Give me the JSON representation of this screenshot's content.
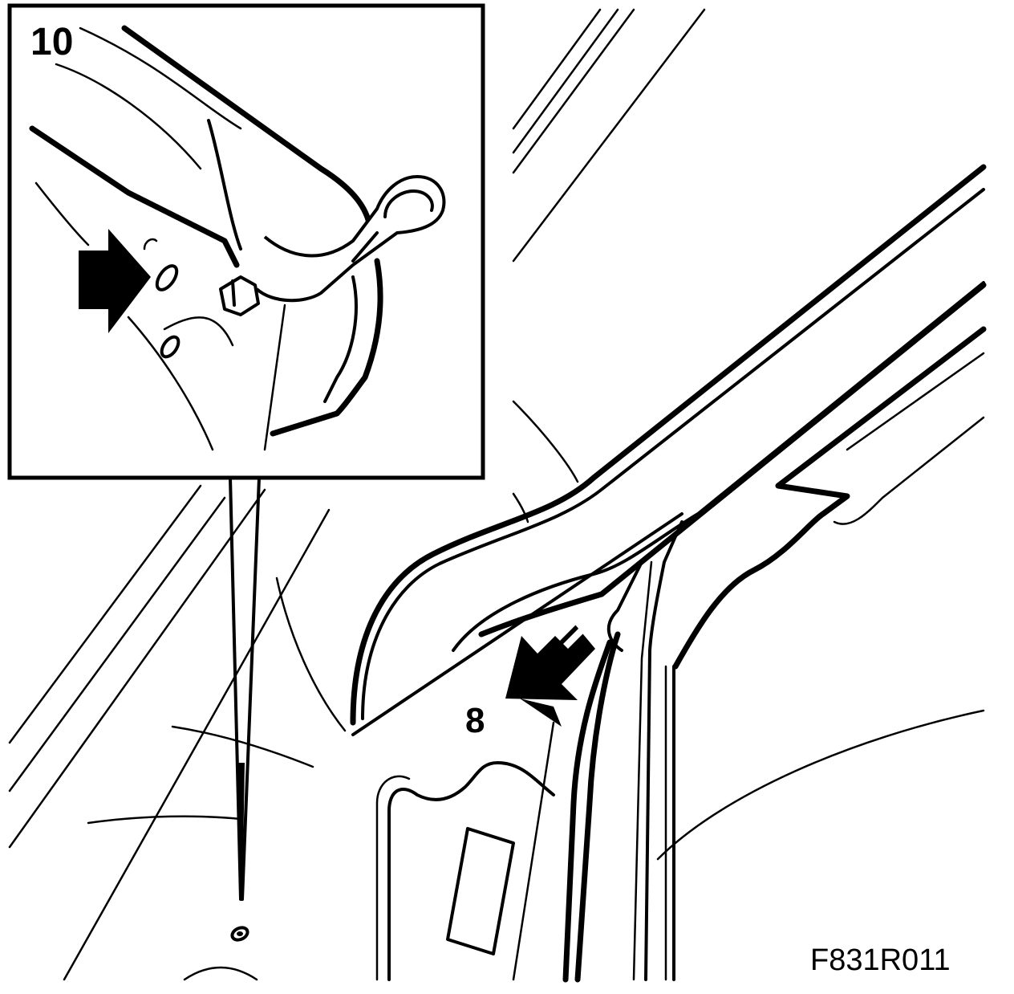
{
  "labels": {
    "detail_step": "10",
    "main_step": "8",
    "figure_code": "F831R011"
  },
  "colors": {
    "line": "#000000",
    "background": "#ffffff"
  }
}
